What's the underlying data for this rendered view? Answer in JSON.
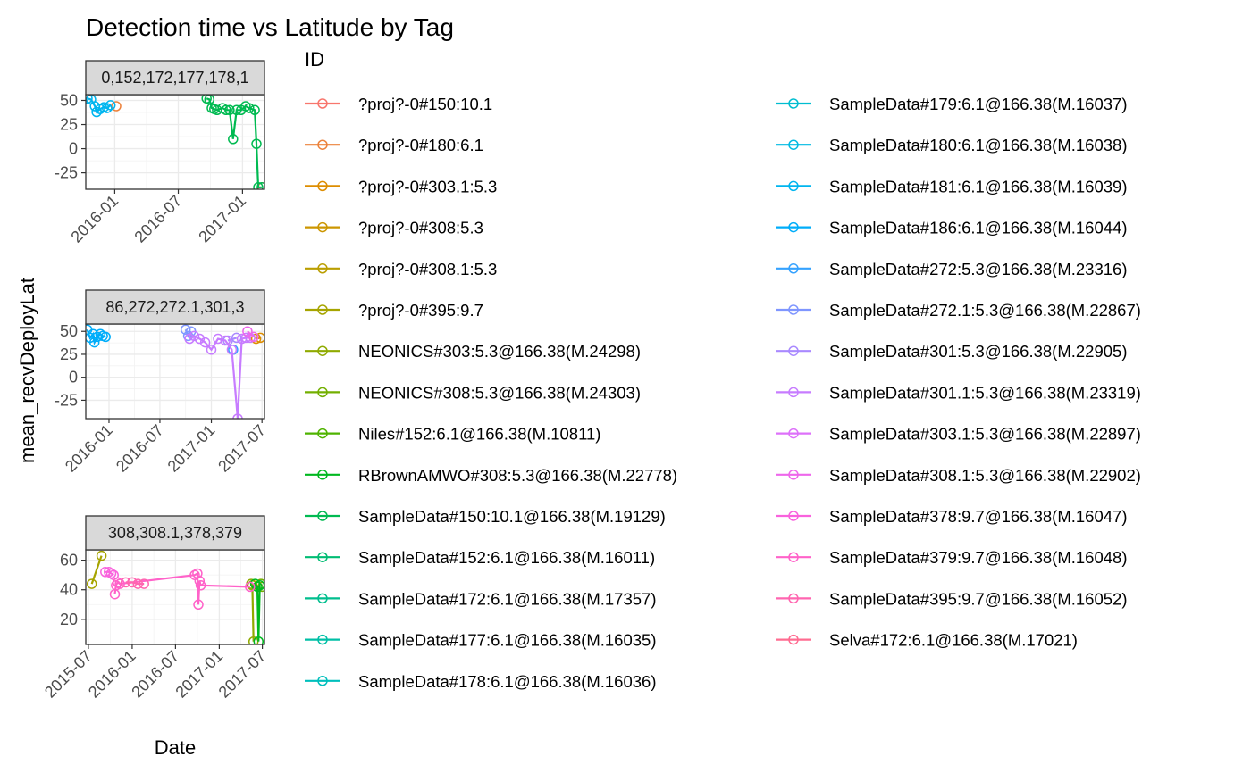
{
  "chart_data": {
    "type": "line",
    "title": "Detection time vs Latitude by Tag",
    "xlabel": "Date",
    "ylabel": "mean_recvDeployLat",
    "legend_title": "ID",
    "legend_position": "right",
    "grid": true,
    "series": [
      {
        "name": "?proj?-0#150:10.1",
        "color": "#F8766D"
      },
      {
        "name": "?proj?-0#180:6.1",
        "color": "#EC823C"
      },
      {
        "name": "?proj?-0#303.1:5.3",
        "color": "#DD8D00"
      },
      {
        "name": "?proj?-0#308:5.3",
        "color": "#CC9600"
      },
      {
        "name": "?proj?-0#308.1:5.3",
        "color": "#BA9E00"
      },
      {
        "name": "?proj?-0#395:9.7",
        "color": "#A6A400"
      },
      {
        "name": "NEONICS#303:5.3@166.38(M.24298)",
        "color": "#8FAA00"
      },
      {
        "name": "NEONICS#308:5.3@166.38(M.24303)",
        "color": "#73AF00"
      },
      {
        "name": "Niles#152:6.1@166.38(M.10811)",
        "color": "#4FB300"
      },
      {
        "name": "RBrownAMWO#308:5.3@166.38(M.22778)",
        "color": "#00B81F"
      },
      {
        "name": "SampleData#150:10.1@166.38(M.19129)",
        "color": "#00BA51"
      },
      {
        "name": "SampleData#152:6.1@166.38(M.16011)",
        "color": "#00BC73"
      },
      {
        "name": "SampleData#172:6.1@166.38(M.17357)",
        "color": "#00BE8E"
      },
      {
        "name": "SampleData#177:6.1@166.38(M.16035)",
        "color": "#00BFA6"
      },
      {
        "name": "SampleData#178:6.1@166.38(M.16036)",
        "color": "#00BFBC"
      },
      {
        "name": "SampleData#179:6.1@166.38(M.16037)",
        "color": "#00BDD0"
      },
      {
        "name": "SampleData#180:6.1@166.38(M.16038)",
        "color": "#00BAE2"
      },
      {
        "name": "SampleData#181:6.1@166.38(M.16039)",
        "color": "#00B5EF"
      },
      {
        "name": "SampleData#186:6.1@166.38(M.16044)",
        "color": "#00ADFA"
      },
      {
        "name": "SampleData#272:5.3@166.38(M.23316)",
        "color": "#35A2FF"
      },
      {
        "name": "SampleData#272.1:5.3@166.38(M.22867)",
        "color": "#7F96FF"
      },
      {
        "name": "SampleData#301:5.3@166.38(M.22905)",
        "color": "#A989FF"
      },
      {
        "name": "SampleData#301.1:5.3@166.38(M.23319)",
        "color": "#C77CFF"
      },
      {
        "name": "SampleData#303.1:5.3@166.38(M.22897)",
        "color": "#DD71FA"
      },
      {
        "name": "SampleData#308.1:5.3@166.38(M.22902)",
        "color": "#EE67EB"
      },
      {
        "name": "SampleData#378:9.7@166.38(M.16047)",
        "color": "#F962DD"
      },
      {
        "name": "SampleData#379:9.7@166.38(M.16048)",
        "color": "#FF62C9"
      },
      {
        "name": "SampleData#395:9.7@166.38(M.16052)",
        "color": "#FF65B0"
      },
      {
        "name": "Selva#172:6.1@166.38(M.17021)",
        "color": "#FF6C91"
      }
    ],
    "panels": [
      {
        "strip": "0,152,172,177,178,1",
        "xlim": [
          "2015-10-10",
          "2017-03-05"
        ],
        "ylim": [
          -42,
          56
        ],
        "x_ticks": [
          "2016-01",
          "2016-07",
          "2017-01"
        ],
        "y_ticks": [
          -25,
          0,
          25,
          50
        ],
        "points": [
          {
            "s": 17,
            "x": "2015-10-15",
            "y": 52
          },
          {
            "s": 17,
            "x": "2015-10-25",
            "y": 51
          },
          {
            "s": 17,
            "x": "2015-11-05",
            "y": 44
          },
          {
            "s": 17,
            "x": "2015-11-10",
            "y": 38
          },
          {
            "s": 17,
            "x": "2015-11-20",
            "y": 41
          },
          {
            "s": 17,
            "x": "2015-12-01",
            "y": 43
          },
          {
            "s": 17,
            "x": "2015-12-10",
            "y": 42
          },
          {
            "s": 17,
            "x": "2015-12-20",
            "y": 45
          },
          {
            "s": 1,
            "x": "2016-01-05",
            "y": 44
          },
          {
            "s": 10,
            "x": "2016-09-20",
            "y": 52
          },
          {
            "s": 10,
            "x": "2016-09-28",
            "y": 51
          },
          {
            "s": 10,
            "x": "2016-10-05",
            "y": 42
          },
          {
            "s": 10,
            "x": "2016-10-12",
            "y": 41
          },
          {
            "s": 10,
            "x": "2016-10-20",
            "y": 40
          },
          {
            "s": 10,
            "x": "2016-11-05",
            "y": 42
          },
          {
            "s": 10,
            "x": "2016-11-15",
            "y": 40
          },
          {
            "s": 10,
            "x": "2016-11-25",
            "y": 40
          },
          {
            "s": 10,
            "x": "2016-12-05",
            "y": 10
          },
          {
            "s": 10,
            "x": "2016-12-15",
            "y": 40
          },
          {
            "s": 10,
            "x": "2016-12-28",
            "y": 40
          },
          {
            "s": 10,
            "x": "2017-01-10",
            "y": 44
          },
          {
            "s": 10,
            "x": "2017-01-20",
            "y": 42
          },
          {
            "s": 10,
            "x": "2017-02-05",
            "y": 40
          },
          {
            "s": 10,
            "x": "2017-02-10",
            "y": 5
          },
          {
            "s": 10,
            "x": "2017-02-15",
            "y": -40
          },
          {
            "s": 10,
            "x": "2017-02-25",
            "y": -40
          },
          {
            "s": 0,
            "x": "2017-02-28",
            "y": -40
          }
        ]
      },
      {
        "strip": "86,272,272.1,301,3",
        "xlim": [
          "2015-10-10",
          "2017-07-10"
        ],
        "ylim": [
          -45,
          58
        ],
        "x_ticks": [
          "2016-01",
          "2016-07",
          "2017-01",
          "2017-07"
        ],
        "y_ticks": [
          -25,
          0,
          25,
          50
        ],
        "points": [
          {
            "s": 18,
            "x": "2015-10-15",
            "y": 52
          },
          {
            "s": 18,
            "x": "2015-10-25",
            "y": 43
          },
          {
            "s": 18,
            "x": "2015-11-05",
            "y": 47
          },
          {
            "s": 18,
            "x": "2015-11-10",
            "y": 38
          },
          {
            "s": 18,
            "x": "2015-11-20",
            "y": 44
          },
          {
            "s": 18,
            "x": "2015-12-01",
            "y": 47
          },
          {
            "s": 18,
            "x": "2015-12-10",
            "y": 45
          },
          {
            "s": 18,
            "x": "2015-12-20",
            "y": 44
          },
          {
            "s": 20,
            "x": "2016-10-01",
            "y": 52
          },
          {
            "s": 20,
            "x": "2016-10-10",
            "y": 45
          },
          {
            "s": 20,
            "x": "2016-10-20",
            "y": 50
          },
          {
            "s": 22,
            "x": "2016-10-15",
            "y": 42
          },
          {
            "s": 22,
            "x": "2016-11-01",
            "y": 45
          },
          {
            "s": 22,
            "x": "2016-11-20",
            "y": 42
          },
          {
            "s": 22,
            "x": "2016-12-10",
            "y": 38
          },
          {
            "s": 22,
            "x": "2017-01-01",
            "y": 30
          },
          {
            "s": 22,
            "x": "2017-01-25",
            "y": 42
          },
          {
            "s": 22,
            "x": "2017-02-20",
            "y": 40
          },
          {
            "s": 22,
            "x": "2017-03-15",
            "y": 30
          },
          {
            "s": 22,
            "x": "2017-04-05",
            "y": -45
          },
          {
            "s": 22,
            "x": "2017-04-20",
            "y": 42
          },
          {
            "s": 22,
            "x": "2017-05-05",
            "y": 43
          },
          {
            "s": 22,
            "x": "2017-05-20",
            "y": 43
          },
          {
            "s": 21,
            "x": "2017-03-01",
            "y": 40
          },
          {
            "s": 21,
            "x": "2017-04-01",
            "y": 43
          },
          {
            "s": 19,
            "x": "2017-03-20",
            "y": 30
          },
          {
            "s": 24,
            "x": "2017-05-10",
            "y": 50
          },
          {
            "s": 24,
            "x": "2017-06-01",
            "y": 44
          },
          {
            "s": 2,
            "x": "2017-06-10",
            "y": 42
          },
          {
            "s": 2,
            "x": "2017-06-25",
            "y": 43
          }
        ]
      },
      {
        "strip": "308,308.1,378,379",
        "xlim": [
          "2015-06-20",
          "2017-07-10"
        ],
        "ylim": [
          3,
          67
        ],
        "x_ticks": [
          "2015-07",
          "2016-01",
          "2016-07",
          "2017-01",
          "2017-07"
        ],
        "y_ticks": [
          20,
          40,
          60
        ],
        "points": [
          {
            "s": 5,
            "x": "2015-07-15",
            "y": 44
          },
          {
            "s": 5,
            "x": "2015-08-25",
            "y": 63
          },
          {
            "s": 25,
            "x": "2015-09-10",
            "y": 52
          },
          {
            "s": 25,
            "x": "2015-09-25",
            "y": 52
          },
          {
            "s": 25,
            "x": "2015-10-05",
            "y": 51
          },
          {
            "s": 25,
            "x": "2015-10-15",
            "y": 50
          },
          {
            "s": 26,
            "x": "2015-10-20",
            "y": 37
          },
          {
            "s": 26,
            "x": "2015-10-25",
            "y": 43
          },
          {
            "s": 26,
            "x": "2015-11-01",
            "y": 45
          },
          {
            "s": 26,
            "x": "2015-11-10",
            "y": 44
          },
          {
            "s": 27,
            "x": "2015-12-05",
            "y": 45
          },
          {
            "s": 27,
            "x": "2016-01-01",
            "y": 45
          },
          {
            "s": 27,
            "x": "2016-01-25",
            "y": 44
          },
          {
            "s": 27,
            "x": "2016-02-20",
            "y": 44
          },
          {
            "s": 26,
            "x": "2016-09-20",
            "y": 50
          },
          {
            "s": 26,
            "x": "2016-10-01",
            "y": 51
          },
          {
            "s": 26,
            "x": "2016-10-10",
            "y": 46
          },
          {
            "s": 26,
            "x": "2016-10-05",
            "y": 30
          },
          {
            "s": 26,
            "x": "2016-10-15",
            "y": 43
          },
          {
            "s": 26,
            "x": "2017-05-10",
            "y": 42
          },
          {
            "s": 6,
            "x": "2017-05-15",
            "y": 44
          },
          {
            "s": 6,
            "x": "2017-05-20",
            "y": 43
          },
          {
            "s": 6,
            "x": "2017-05-25",
            "y": 5
          },
          {
            "s": 9,
            "x": "2017-06-01",
            "y": 44
          },
          {
            "s": 9,
            "x": "2017-06-10",
            "y": 42
          },
          {
            "s": 9,
            "x": "2017-06-15",
            "y": 5
          },
          {
            "s": 9,
            "x": "2017-06-20",
            "y": 43
          },
          {
            "s": 7,
            "x": "2017-06-25",
            "y": 44
          },
          {
            "s": 7,
            "x": "2017-07-01",
            "y": 42
          }
        ]
      }
    ]
  }
}
